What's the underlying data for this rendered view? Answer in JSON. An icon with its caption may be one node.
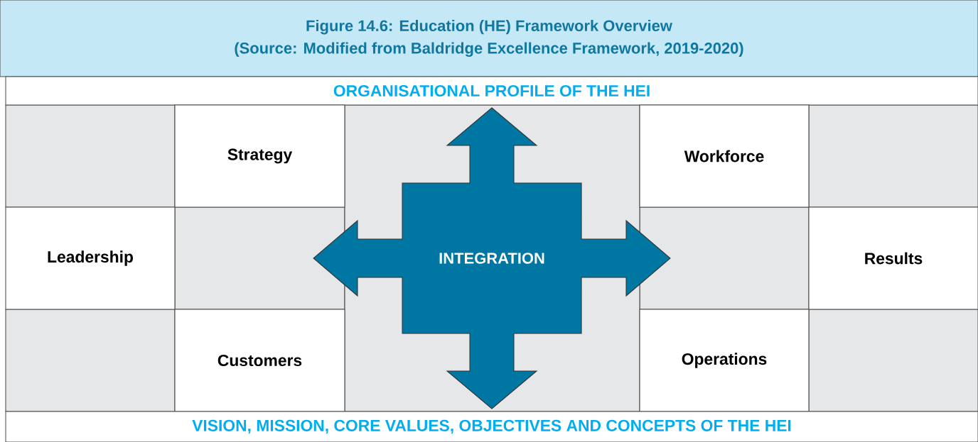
{
  "diagram": {
    "nodes": [
      {
        "text": [
          "Figure 14.6:   Education (HE) Framework Overview",
          "(Source: Modified from Baldridge Excellence Framework, 2019-2020)"
        ]
      },
      {
        "text": [
          "ORGANISATIONAL PROFILE OF THE HEI"
        ]
      },
      {
        "text": [
          "Strategy"
        ]
      },
      {
        "text": [
          "Workforce"
        ]
      },
      {
        "text": [
          "Leadership"
        ]
      },
      {
        "text": [
          "INTEGRATION"
        ]
      },
      {
        "text": [
          "Results"
        ]
      },
      {
        "text": [
          "Customers"
        ]
      },
      {
        "text": [
          "Operations"
        ]
      },
      {
        "text": [
          "VISION, MISSION, CORE VALUES, OBJECTIVES AND CONCEPTS OF THE HEI"
        ]
      }
    ]
  }
}
